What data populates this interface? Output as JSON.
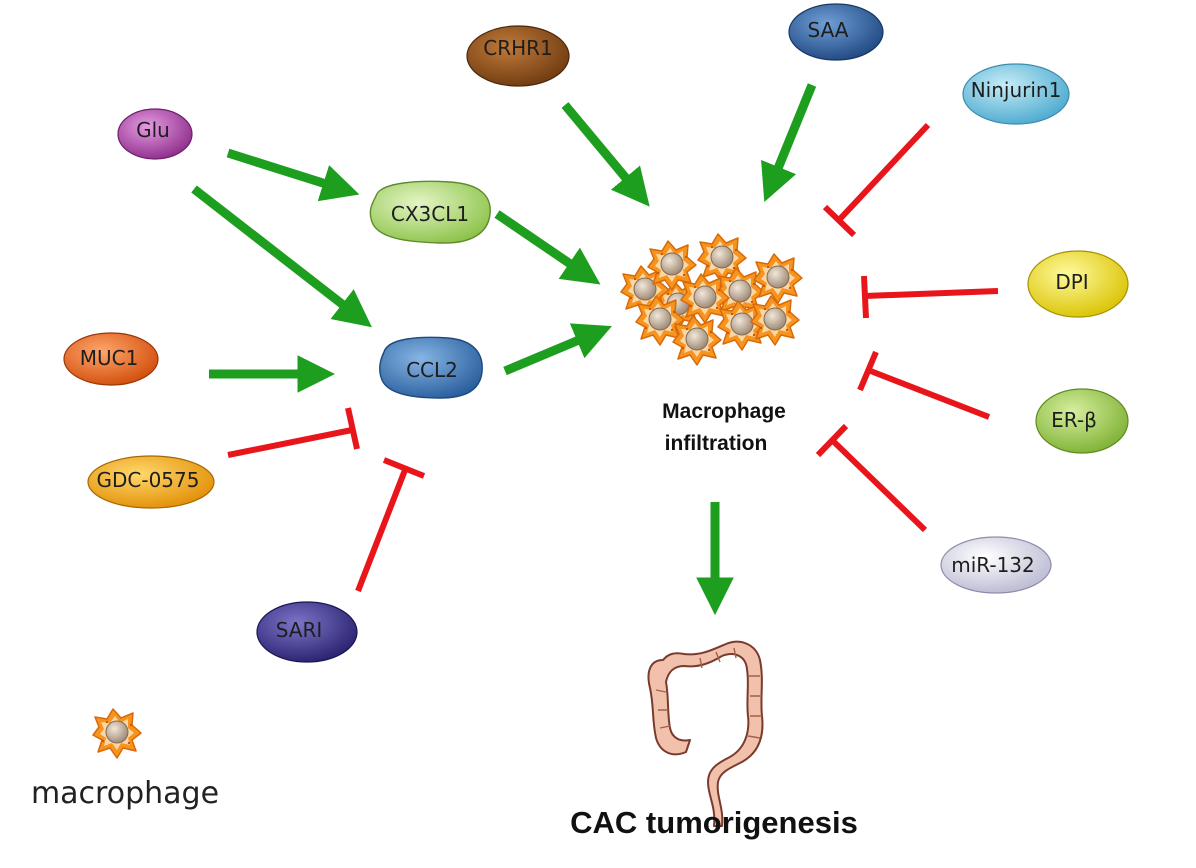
{
  "nodes": {
    "crhr1": "CRHR1",
    "saa": "SAA",
    "ninjurin1": "Ninjurin1",
    "glu": "Glu",
    "cx3cl1": "CX3CL1",
    "dpi": "DPI",
    "muc1": "MUC1",
    "ccl2": "CCL2",
    "er_beta": "ER-β",
    "gdc0575": "GDC-0575",
    "mir132": "miR-132",
    "sari": "SARI"
  },
  "center": {
    "line1": "Macrophage",
    "line2": "infiltration"
  },
  "legend": {
    "label": "macrophage"
  },
  "outcome": {
    "label": "CAC tumorigenesis"
  },
  "colors": {
    "activation_arrow": "#1e9e1e",
    "inhibition_bar": "#e8161b",
    "macrophage_orange": "#f7941d",
    "crhr1": "#8a4b16",
    "saa": "#2e5b9a",
    "ninjurin1": "#6cc5e0",
    "glu": "#b547b0",
    "cx3cl1": "#a6d96a",
    "dpi": "#f2e10f",
    "muc1": "#f26a1b",
    "ccl2": "#3a7bbf",
    "er_beta": "#9bcc48",
    "gdc0575": "#f7b117",
    "mir132": "#d7d7e8",
    "sari": "#3d3591"
  }
}
